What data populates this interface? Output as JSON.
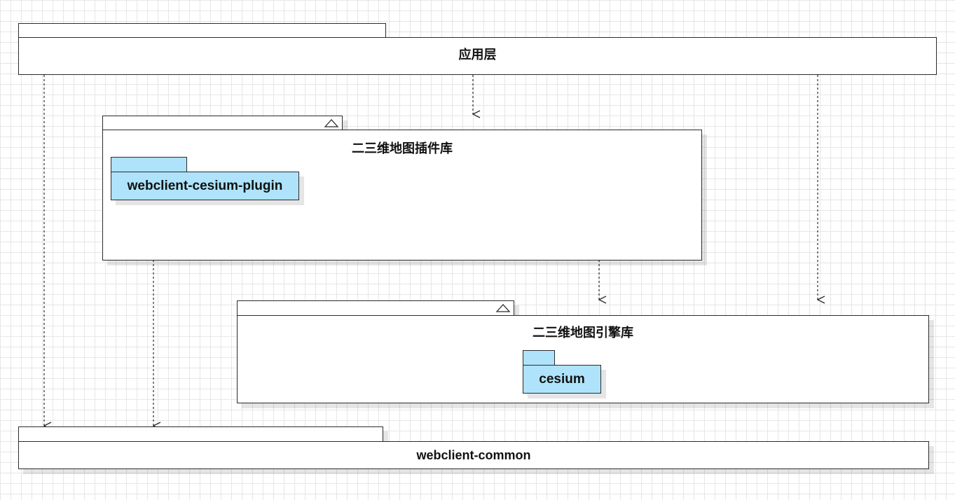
{
  "diagram": {
    "packages": {
      "app_layer": {
        "label": "应用层"
      },
      "plugin_lib": {
        "label": "二三维地图插件库",
        "inner_package": {
          "label": "webclient-cesium-plugin"
        }
      },
      "engine_lib": {
        "label": "二三维地图引擎库",
        "inner_package": {
          "label": "cesium"
        }
      },
      "common": {
        "label": "webclient-common"
      }
    },
    "dependencies": [
      {
        "from": "应用层",
        "to": "二三维地图插件库"
      },
      {
        "from": "应用层",
        "to": "二三维地图引擎库"
      },
      {
        "from": "应用层",
        "to": "webclient-common"
      },
      {
        "from": "二三维地图插件库",
        "to": "二三维地图引擎库"
      },
      {
        "from": "二三维地图插件库",
        "to": "webclient-common"
      }
    ],
    "colors": {
      "package_fill": "#aee3fb",
      "stroke": "#2b2b2b",
      "grid": "#e6e6e6"
    }
  }
}
